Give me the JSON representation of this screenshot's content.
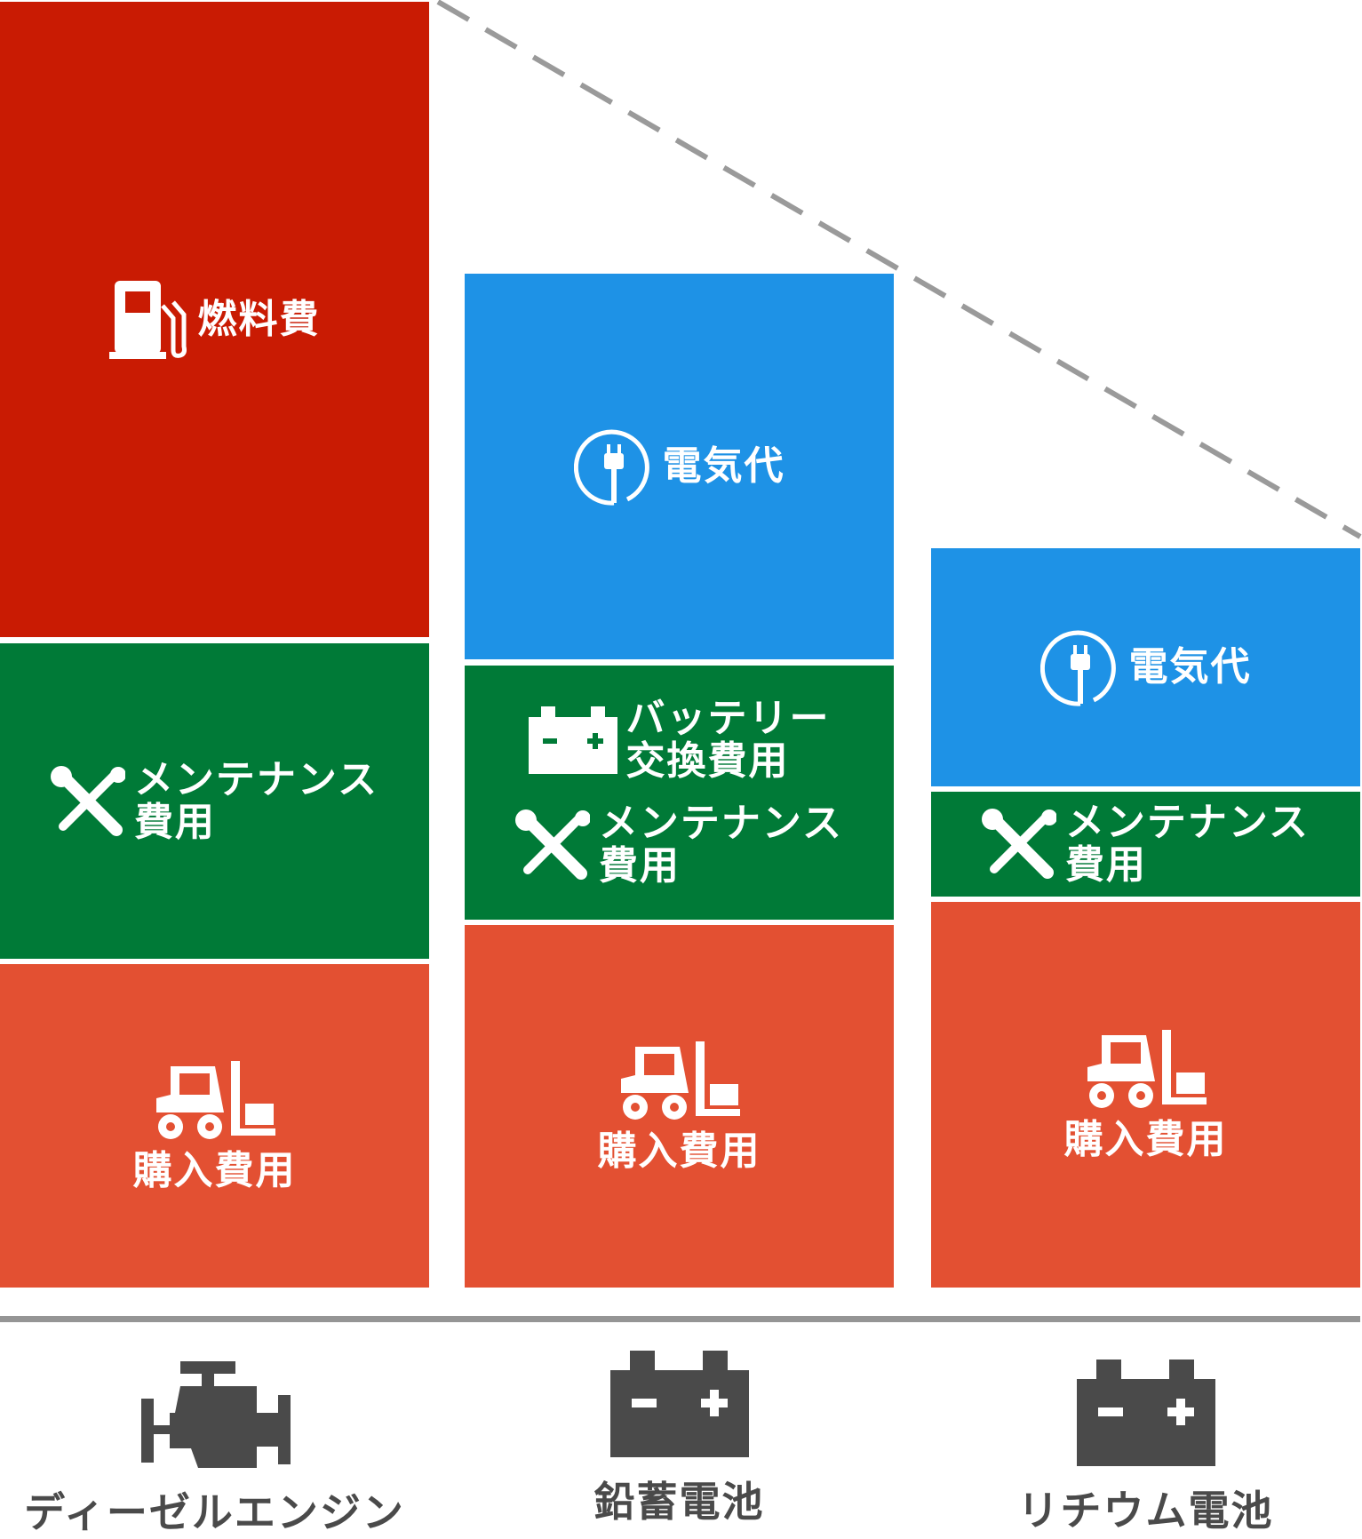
{
  "colors": {
    "fuel": "#c91b03",
    "maintenance": "#007a37",
    "electricity": "#1e92e6",
    "purchase": "#e35032",
    "icon": "#4a4a4a"
  },
  "columns": [
    {
      "category": "ディーゼルエンジン",
      "icon": "engine-icon",
      "segments": {
        "fuel": "燃料費",
        "maintenance": [
          "メンテナンス",
          "費用"
        ],
        "purchase": "購入費用"
      }
    },
    {
      "category": "鉛蓄電池",
      "icon": "battery-icon",
      "segments": {
        "electricity": "電気代",
        "battery": [
          "バッテリー",
          "交換費用"
        ],
        "maintenance": [
          "メンテナンス",
          "費用"
        ],
        "purchase": "購入費用"
      }
    },
    {
      "category": "リチウム電池",
      "icon": "battery-icon",
      "segments": {
        "electricity": "電気代",
        "maintenance": [
          "メンテナンス",
          "費用"
        ],
        "purchase": "購入費用"
      }
    }
  ]
}
